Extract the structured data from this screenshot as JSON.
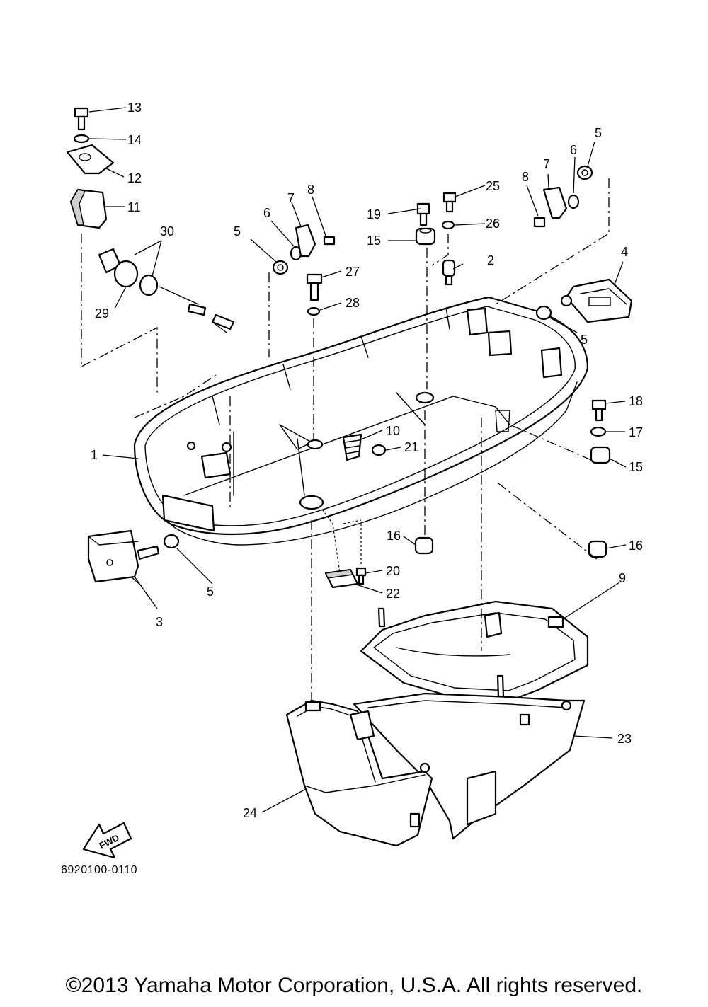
{
  "callouts": {
    "n1": "1",
    "n2": "2",
    "n3": "3",
    "n4": "4",
    "n5": "5",
    "n6": "6",
    "n7": "7",
    "n8": "8",
    "n9": "9",
    "n10": "10",
    "n11": "11",
    "n12": "12",
    "n13": "13",
    "n14": "14",
    "n15": "15",
    "n16": "16",
    "n17": "17",
    "n18": "18",
    "n19": "19",
    "n20": "20",
    "n21": "21",
    "n22": "22",
    "n23": "23",
    "n24": "24",
    "n25": "25",
    "n26": "26",
    "n27": "27",
    "n28": "28",
    "n29": "29",
    "n30": "30"
  },
  "fwd_label": "FWD",
  "diagram_code": "6920100-0110",
  "copyright": "©2013 Yamaha Motor Corporation, U.S.A. All rights reserved."
}
